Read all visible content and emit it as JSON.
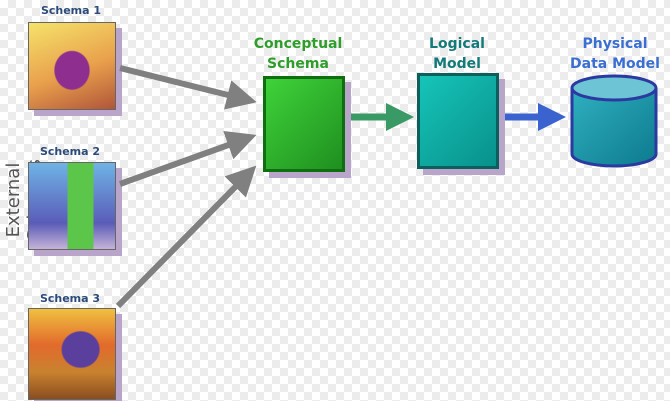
{
  "diagram": {
    "side_label": "External Schemas",
    "schemas": [
      {
        "label": "Schema 1",
        "image": "schema-1-illustration"
      },
      {
        "label": "Schema 2",
        "image": "schema-2-illustration"
      },
      {
        "label": "Schema 3",
        "image": "schema-3-illustration"
      }
    ],
    "nodes": {
      "conceptual": {
        "line1": "Conceptual",
        "line2": "Schema",
        "color": "#2e9e2a"
      },
      "logical": {
        "line1": "Logical",
        "line2": "Model",
        "color": "#127a78"
      },
      "physical": {
        "line1": "Physical",
        "line2": "Data Model",
        "color": "#3a6fd1"
      }
    },
    "edges": [
      {
        "from": "Schema 1",
        "to": "Conceptual Schema"
      },
      {
        "from": "Schema 2",
        "to": "Conceptual Schema"
      },
      {
        "from": "Schema 3",
        "to": "Conceptual Schema"
      },
      {
        "from": "Conceptual Schema",
        "to": "Logical Model"
      },
      {
        "from": "Logical Model",
        "to": "Physical Data Model"
      }
    ]
  }
}
